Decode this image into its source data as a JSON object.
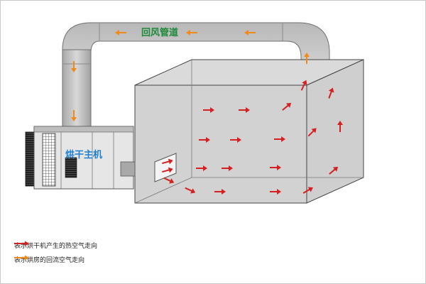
{
  "labels": {
    "duct": "回风管道",
    "unit": "烘干主机"
  },
  "legend": [
    {
      "text": "表示烘干机产生的热空气走向",
      "color": "#d42020"
    },
    {
      "text": "表示烘房的回流空气走向",
      "color": "#f08a18"
    }
  ],
  "colors": {
    "duct_label": "#1d8a3a",
    "unit_label": "#1e7fd0",
    "hot_air": "#d42020",
    "return_air": "#f08a18"
  }
}
